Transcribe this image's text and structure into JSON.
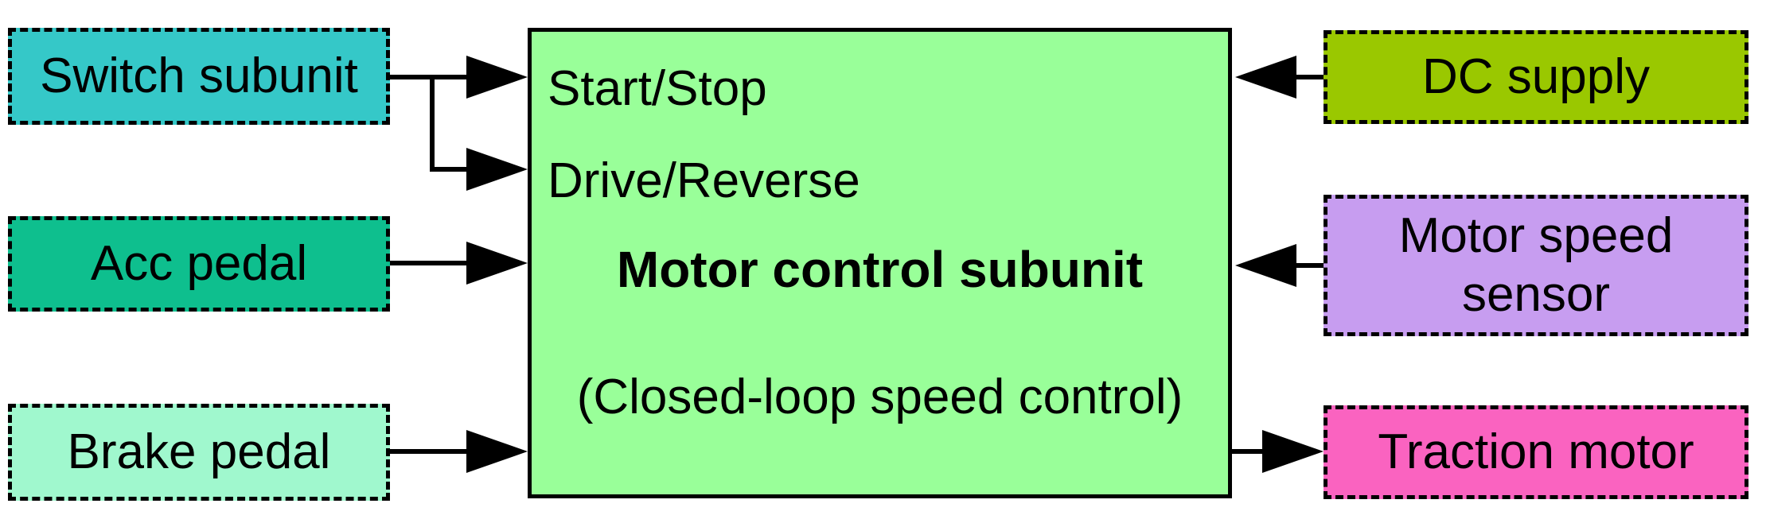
{
  "diagram": {
    "background_color": "#FFFFFF",
    "line_color": "#000000",
    "text_color": "#000000",
    "left_boxes": [
      {
        "id": "switch-subunit",
        "label": "Switch subunit",
        "color": "#35C8C8"
      },
      {
        "id": "acc-pedal",
        "label": "Acc pedal",
        "color": "#0EBF8E"
      },
      {
        "id": "brake-pedal",
        "label": "Brake pedal",
        "color": "#A0F8CE"
      }
    ],
    "main_box": {
      "color": "#99FF99",
      "input_labels": [
        "Start/Stop",
        "Drive/Reverse"
      ],
      "title": "Motor control subunit",
      "subtitle": "(Closed-loop speed control)"
    },
    "right_boxes": [
      {
        "id": "dc-supply",
        "label": "DC supply",
        "color": "#9AC800",
        "flow": "input"
      },
      {
        "id": "motor-speed-sensor",
        "label": "Motor speed sensor",
        "color": "#C79DF0",
        "flow": "input"
      },
      {
        "id": "traction-motor",
        "label": "Traction motor",
        "color": "#FA63C0",
        "flow": "output"
      }
    ]
  }
}
